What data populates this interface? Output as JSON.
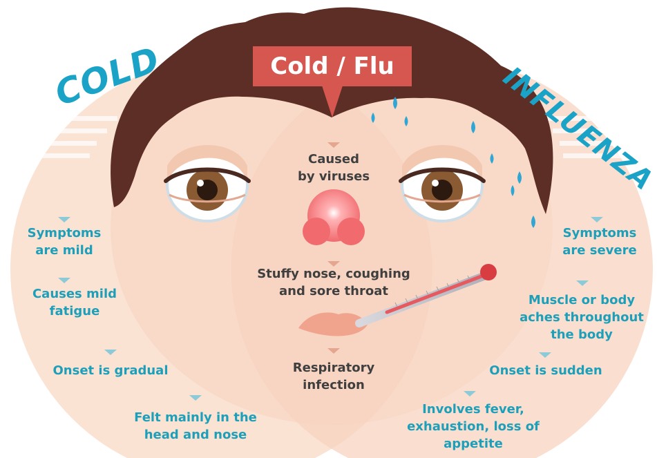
{
  "title": "Cold / Flu",
  "left_heading": "COLD",
  "right_heading": "INFLUENZA",
  "shared": [
    {
      "line1": "Caused",
      "line2": "by viruses"
    },
    {
      "line1": "Stuffy nose, coughing",
      "line2": "and sore throat"
    },
    {
      "line1": "Respiratory",
      "line2": "infection"
    }
  ],
  "cold": [
    {
      "line1": "Symptoms",
      "line2": "are mild"
    },
    {
      "line1": "Causes mild",
      "line2": "fatigue"
    },
    {
      "line1": "Onset is gradual",
      "line2": ""
    },
    {
      "line1": "Felt mainly in the",
      "line2": "head and nose"
    }
  ],
  "influenza": [
    {
      "line1": "Symptoms",
      "line2": "are severe"
    },
    {
      "line1": "Muscle or body",
      "line2": "aches throughout",
      "line3": "the body"
    },
    {
      "line1": "Onset is sudden",
      "line2": ""
    },
    {
      "line1": "Involves fever,",
      "line2": "exhaustion, loss of",
      "line3": "appetite"
    }
  ],
  "colors": {
    "accent_blue": "#1e9fb9",
    "title_red": "#d65650",
    "hair": "#5c2e25",
    "skin_light": "#fbe3d4",
    "skin_mid": "#f6cdb6"
  }
}
